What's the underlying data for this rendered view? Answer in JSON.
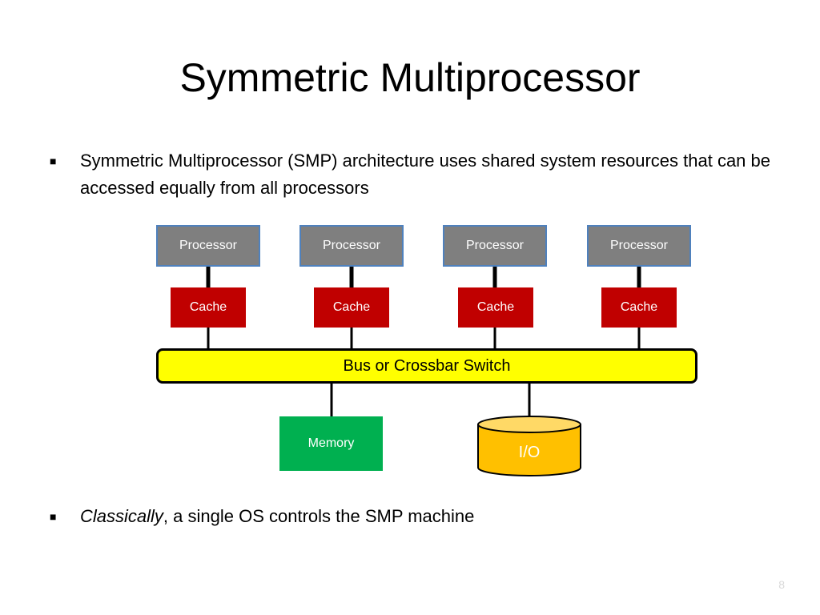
{
  "slide": {
    "title": "Symmetric Multiprocessor",
    "bullets": [
      {
        "text": "Symmetric Multiprocessor (SMP) architecture uses shared system resources that can be accessed equally from all processors"
      },
      {
        "italic_part": "Classically",
        "rest": ", a single OS controls the SMP machine"
      }
    ],
    "page_number": "8"
  },
  "diagram": {
    "processors": [
      {
        "label": "Processor"
      },
      {
        "label": "Processor"
      },
      {
        "label": "Processor"
      },
      {
        "label": "Processor"
      }
    ],
    "caches": [
      {
        "label": "Cache"
      },
      {
        "label": "Cache"
      },
      {
        "label": "Cache"
      },
      {
        "label": "Cache"
      }
    ],
    "bus_label": "Bus or Crossbar Switch",
    "memory_label": "Memory",
    "io_label": "I/O",
    "colors": {
      "processor_fill": "#7f7f7f",
      "processor_border": "#4f81bd",
      "cache_fill": "#c00000",
      "bus_fill": "#ffff00",
      "memory_fill": "#00b050",
      "io_fill": "#ffc000"
    }
  }
}
